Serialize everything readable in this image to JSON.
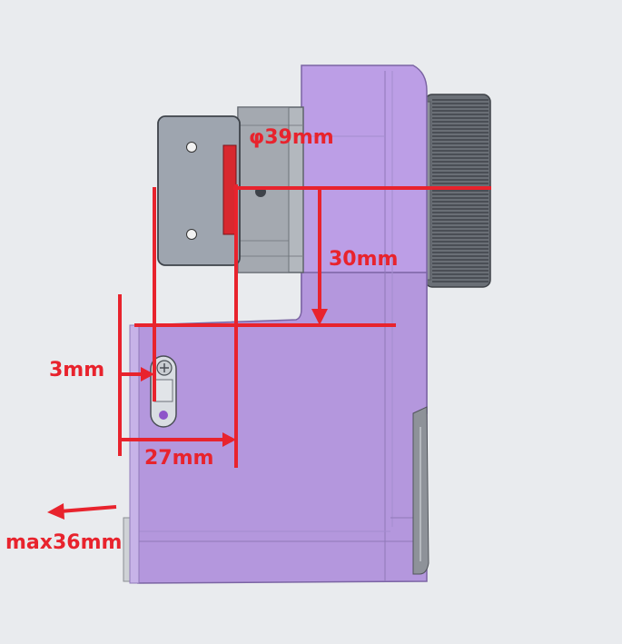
{
  "colors": {
    "background": "#e9ebee",
    "body_purple": "#b89ae0",
    "body_purple_dark": "#9f82c8",
    "bracket_gray": "#9aa2ad",
    "lens_gray": "#a8adb3",
    "knob_dark": "#5a5f66",
    "dimension_red": "#e8232d"
  },
  "dimensions": {
    "lens_diameter": "φ39mm",
    "height_offset": "30mm",
    "screw_offset": "3mm",
    "mount_depth": "27mm",
    "max_thickness": "max36mm"
  }
}
